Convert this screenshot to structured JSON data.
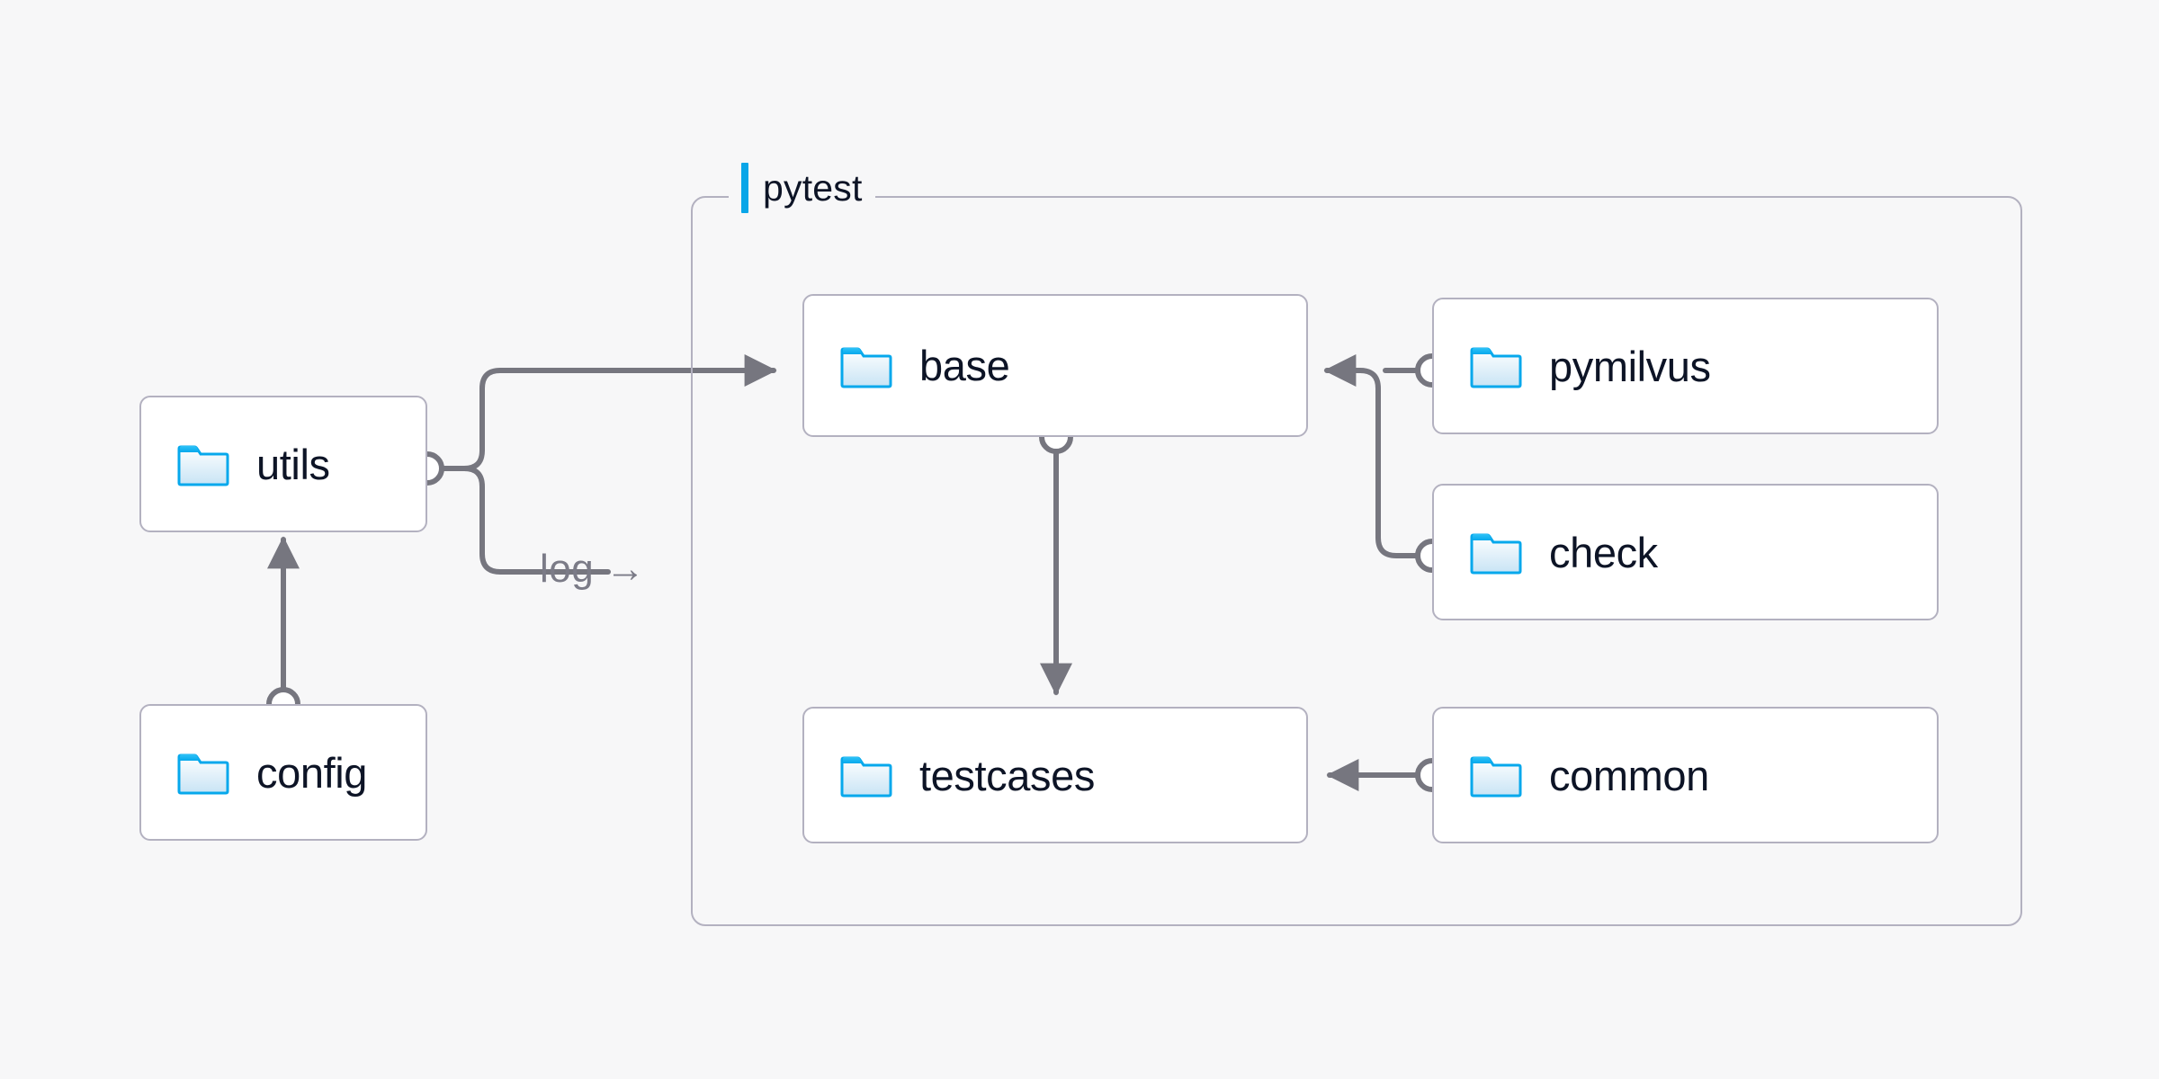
{
  "diagram": {
    "type": "architecture-flow",
    "background_color": "#f7f7f8",
    "accent_color": "#0aa6e8",
    "node_border_color": "#b3b1c0",
    "edge_color": "#76767f",
    "text_color": "#0d1426",
    "group": {
      "label": "pytest",
      "bar_color": "#0aa6e8",
      "border_color": "#b3b1c0"
    },
    "nodes": [
      {
        "id": "utils",
        "label": "utils",
        "icon": "folder-icon"
      },
      {
        "id": "config",
        "label": "config",
        "icon": "folder-icon"
      },
      {
        "id": "base",
        "label": "base",
        "icon": "folder-icon"
      },
      {
        "id": "testcases",
        "label": "testcases",
        "icon": "folder-icon"
      },
      {
        "id": "pymilvus",
        "label": "pymilvus",
        "icon": "folder-icon"
      },
      {
        "id": "check",
        "label": "check",
        "icon": "folder-icon"
      },
      {
        "id": "common",
        "label": "common",
        "icon": "folder-icon"
      }
    ],
    "edge_labels": [
      {
        "id": "log",
        "text": "log →"
      }
    ],
    "edges": [
      {
        "from": "config",
        "to": "utils",
        "label": ""
      },
      {
        "from": "utils",
        "to": "base",
        "label": ""
      },
      {
        "from": "utils",
        "to": "pytest",
        "label": "log"
      },
      {
        "from": "base",
        "to": "testcases",
        "label": ""
      },
      {
        "from": "pymilvus",
        "to": "base",
        "label": ""
      },
      {
        "from": "check",
        "to": "base",
        "label": ""
      },
      {
        "from": "common",
        "to": "testcases",
        "label": ""
      }
    ]
  }
}
